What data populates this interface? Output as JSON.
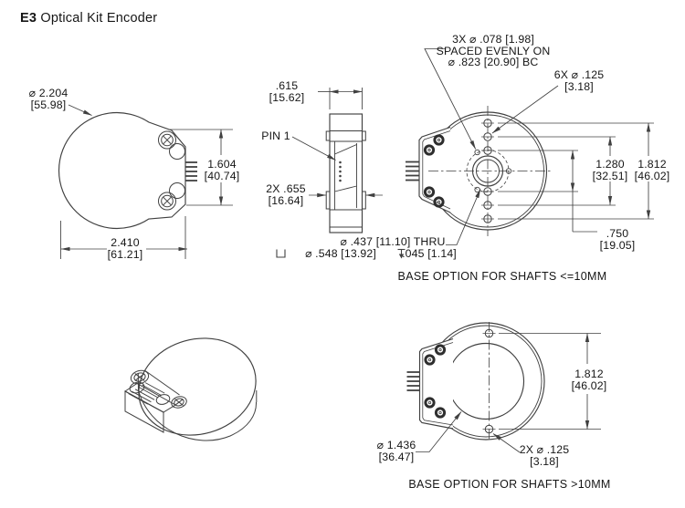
{
  "title": {
    "model": "E3",
    "rest": " Optical Kit Encoder"
  },
  "colors": {
    "line": "#404040",
    "text": "#161616",
    "background": "#ffffff"
  },
  "views": {
    "front": {
      "diameter": {
        "line1": "⌀ 2.204",
        "line2": "[55.98]"
      },
      "height": {
        "line1": "1.604",
        "line2": "[40.74]"
      },
      "width": {
        "line1": "2.410",
        "line2": "[61.21]"
      }
    },
    "side": {
      "top_width": {
        "line1": ".615",
        "line2": "[15.62]"
      },
      "pin1": "PIN 1",
      "ears": {
        "line1": "2X .655",
        "line2": "[16.64]"
      },
      "bore_note": {
        "line1": "⌀ .437 [11.10] THRU",
        "counterbore": "⌀ .548 [13.92]",
        "depth": ".045 [1.14]"
      }
    },
    "base_small": {
      "note_3x": {
        "line1": "3X ⌀ .078 [1.98]",
        "line2": "SPACED EVENLY ON",
        "line3": "⌀ .823 [20.90] BC"
      },
      "note_6x": {
        "line1": "6X ⌀ .125",
        "line2": "[3.18]"
      },
      "dim_1280": {
        "line1": "1.280",
        "line2": "[32.51]"
      },
      "dim_1812": {
        "line1": "1.812",
        "line2": "[46.02]"
      },
      "dim_750": {
        "line1": ".750",
        "line2": "[19.05]"
      },
      "caption": "BASE OPTION FOR SHAFTS <=10MM"
    },
    "base_large": {
      "dim_1812": {
        "line1": "1.812",
        "line2": "[46.02]"
      },
      "bore": {
        "line1": "⌀ 1.436",
        "line2": "[36.47]"
      },
      "holes_2x": {
        "line1": "2X ⌀ .125",
        "line2": "[3.18]"
      },
      "caption": "BASE OPTION FOR SHAFTS >10MM"
    }
  }
}
